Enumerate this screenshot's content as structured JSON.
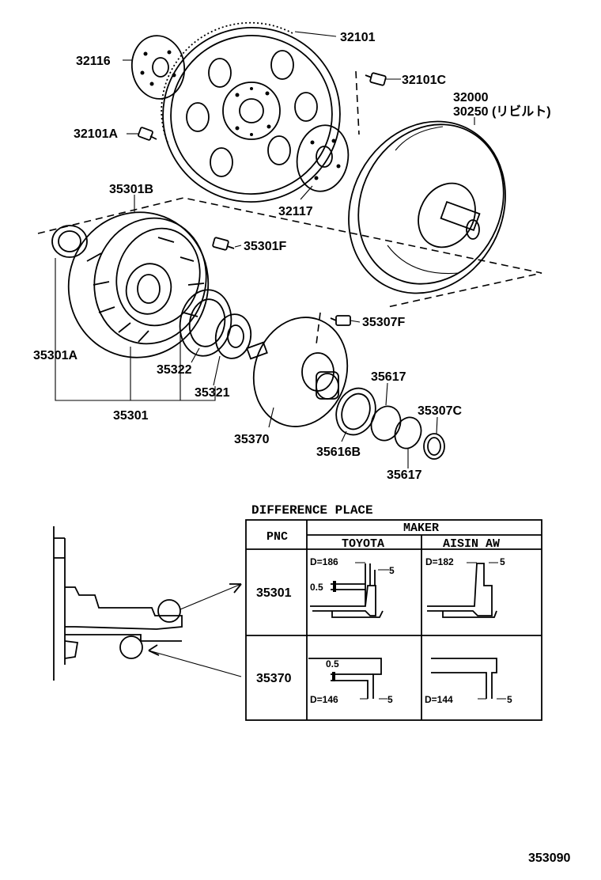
{
  "callouts": {
    "flywheel": "32101",
    "plate_a": "32116",
    "bolt_c": "32101C",
    "bolt_a": "32101A",
    "plate_b": "32117",
    "converter": "32000",
    "converter_rebuilt": "30250 (リビルト)",
    "pump_body_b": "35301B",
    "bolt_f": "35301F",
    "seal": "35301A",
    "gear_outer": "35322",
    "gear_inner": "35321",
    "pump_assy": "35301",
    "stator_bolt": "35307F",
    "stator_support": "35370",
    "ring_a": "35617",
    "ring_b": "35616B",
    "ring_c": "35617",
    "seal_c": "35307C"
  },
  "difference": {
    "title": "DIFFERENCE PLACE",
    "col_pnc": "PNC",
    "col_maker": "MAKER",
    "maker_toyota": "TOYOTA",
    "maker_aisin": "AISIN AW",
    "row1_pnc": "35301",
    "row2_pnc": "35370",
    "r1_toyota_d": "D=186",
    "r1_toyota_w": "5",
    "r1_toyota_t": "0.5",
    "r1_aisin_d": "D=182",
    "r1_aisin_w": "5",
    "r2_toyota_t": "0.5",
    "r2_toyota_d": "D=146",
    "r2_toyota_w": "5",
    "r2_aisin_d": "D=144",
    "r2_aisin_w": "5"
  },
  "figure_code": "353090"
}
